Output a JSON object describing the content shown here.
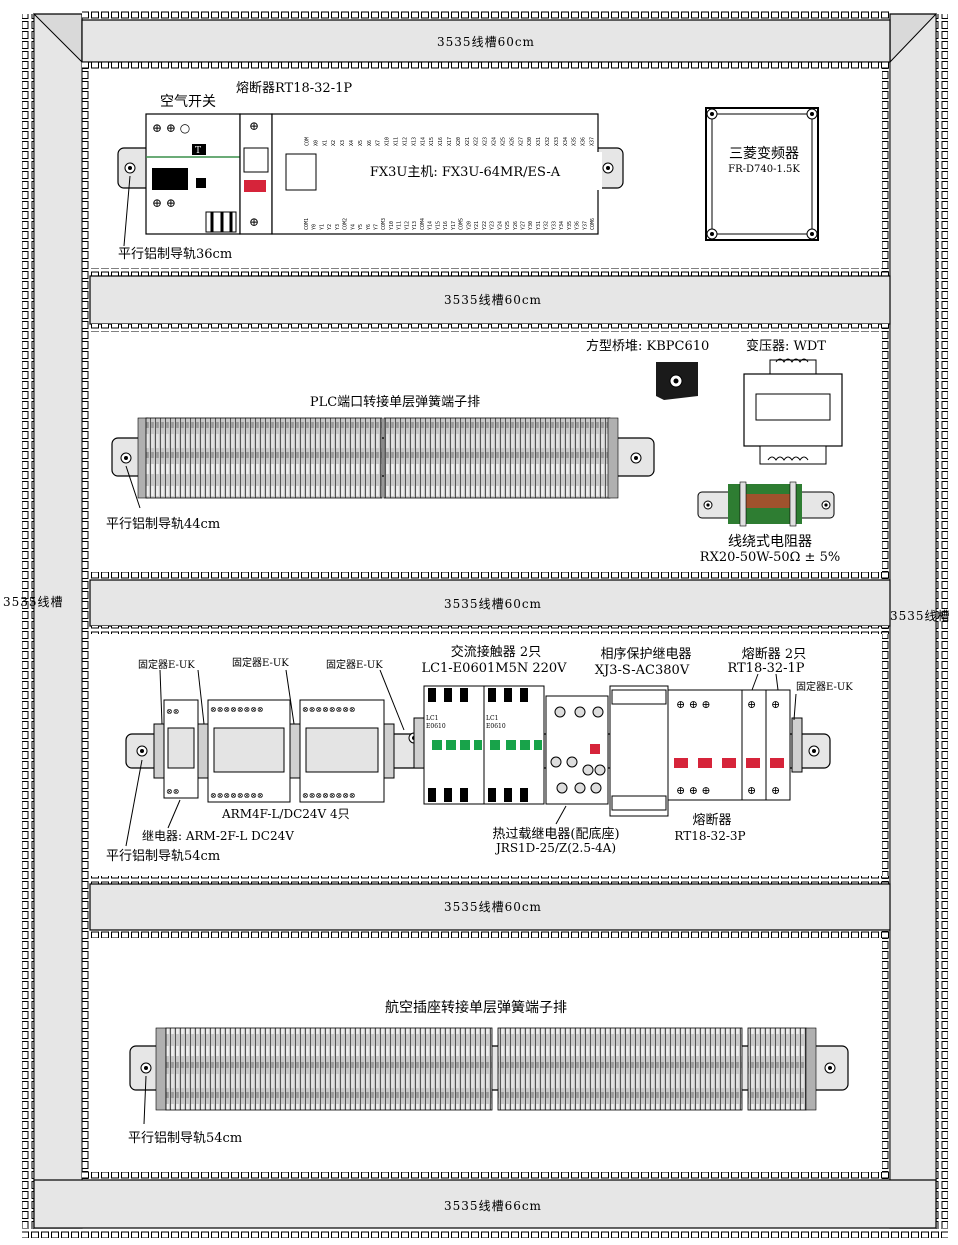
{
  "ducts": {
    "top": "3535线槽60cm",
    "second": "3535线槽60cm",
    "third": "3535线槽60cm",
    "fourth": "3535线槽60cm",
    "bottom": "3535线槽66cm",
    "left": "3535线槽",
    "right": "3535线槽"
  },
  "row1": {
    "air_switch": "空气开关",
    "fuse": "熔断器RT18-32-1P",
    "plc": "FX3U主机: FX3U-64MR/ES-A",
    "inverter_title": "三菱变频器",
    "inverter_model": "FR-D740-1.5K",
    "rail": "平行铝制导轨36cm",
    "plc_top_terminals": [
      "COM",
      "X0",
      "X1",
      "X2",
      "X3",
      "X4",
      "X5",
      "X6",
      "X7",
      "X10",
      "X11",
      "X12",
      "X13",
      "X14",
      "X15",
      "X16",
      "X17",
      "X20",
      "X21",
      "X22",
      "X23",
      "X24",
      "X25",
      "X26",
      "X27",
      "X30",
      "X31",
      "X32",
      "X33",
      "X34",
      "X35",
      "X36",
      "X37"
    ],
    "plc_bottom_terminals": [
      "COM1",
      "Y0",
      "Y1",
      "Y2",
      "Y3",
      "COM2",
      "Y4",
      "Y5",
      "Y6",
      "Y7",
      "COM3",
      "Y10",
      "Y11",
      "Y12",
      "Y13",
      "COM4",
      "Y14",
      "Y15",
      "Y16",
      "Y17",
      "COM5",
      "Y20",
      "Y21",
      "Y22",
      "Y23",
      "Y24",
      "Y25",
      "Y26",
      "Y27",
      "Y30",
      "Y31",
      "Y32",
      "Y33",
      "Y34",
      "Y35",
      "Y36",
      "Y37",
      "COM6"
    ]
  },
  "row2": {
    "bridge": "方型桥堆: KBPC610",
    "transformer": "变压器: WDT",
    "terminal_block": "PLC端口转接单层弹簧端子排",
    "resistor_name": "线绕式电阻器",
    "resistor_model": "RX20-50W-50Ω ± 5%",
    "rail": "平行铝制导轨44cm"
  },
  "row3": {
    "fixer_1": "固定器E-UK",
    "fixer_2": "固定器E-UK",
    "fixer_3": "固定器E-UK",
    "fixer_4": "固定器E-UK",
    "contactor_title": "交流接触器 2只",
    "contactor_model": "LC1-E0601M5N 220V",
    "phase_title": "相序保护继电器",
    "phase_model": "XJ3-S-AC380V",
    "fuse2_title": "熔断器 2只",
    "fuse2_model": "RT18-32-1P",
    "relay4": "ARM4F-L/DC24V  4只",
    "relay2": "继电器: ARM-2F-L DC24V",
    "thermal_title": "热过载继电器(配底座)",
    "thermal_model": "JRS1D-25/Z(2.5-4A)",
    "fuse3_title": "熔断器",
    "fuse3_model": "RT18-32-3P",
    "rail": "平行铝制导轨54cm",
    "lc1_label": "LC1",
    "lc1_code": "E0610"
  },
  "row4": {
    "terminal_block": "航空插座转接单层弹簧端子排",
    "rail": "平行铝制导轨54cm"
  }
}
